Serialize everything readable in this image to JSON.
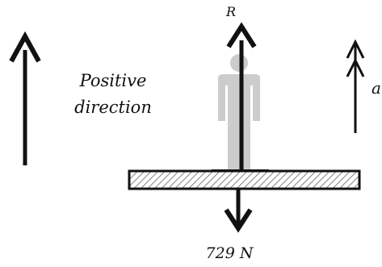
{
  "diagram": {
    "positive_label_line1": "Positive",
    "positive_label_line2": "direction",
    "reaction_force_label": "R",
    "weight_force_label": "729 N",
    "acceleration_label": "a"
  },
  "colors": {
    "ink": "#111111",
    "person": "#cccccc",
    "hatch": "#8a8a8a",
    "background": "#ffffff"
  },
  "icons": {
    "positive_direction": "up-arrow-icon",
    "reaction_force": "up-arrow-icon",
    "weight_force": "down-arrow-icon",
    "acceleration": "double-chevron-up-arrow-icon",
    "person": "person-silhouette-icon"
  }
}
